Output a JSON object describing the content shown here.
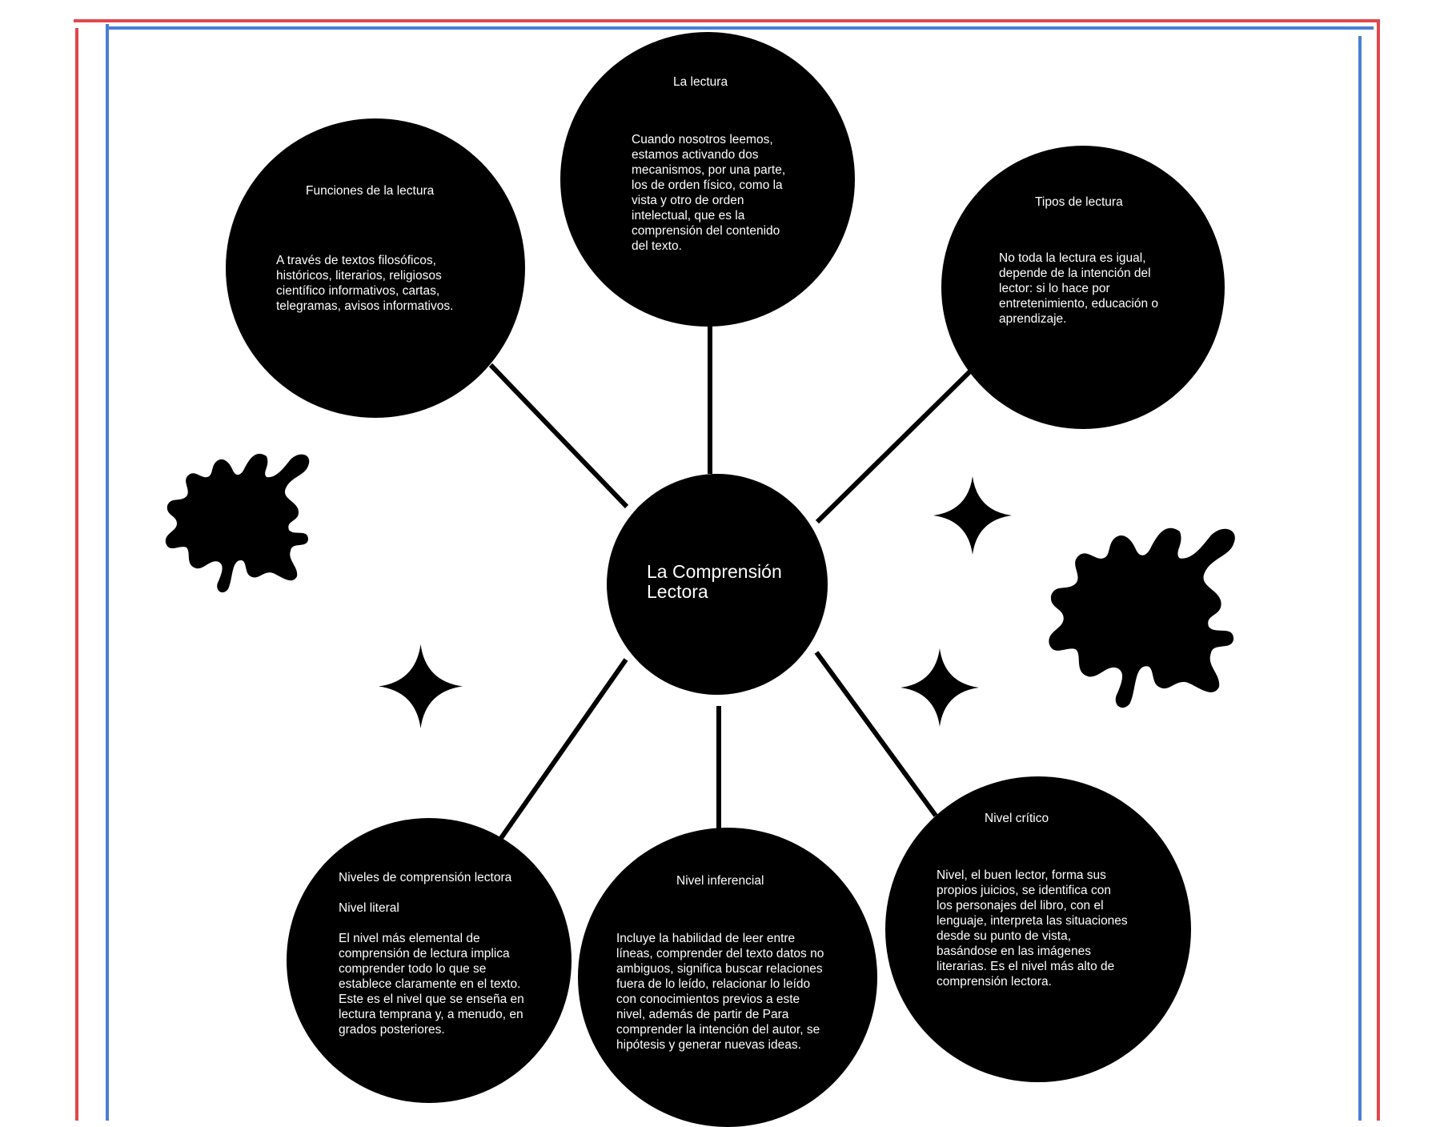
{
  "diagram": {
    "center": {
      "title": "La Comprensión\nLectora"
    },
    "nodes": [
      {
        "id": "la-lectura",
        "title": "La lectura",
        "body": "Cuando nosotros leemos,\nestamos  activando  dos\nmecanismos, por una parte,\nlos de orden físico, como la\nvista y otro de  orden\nintelectual, que   es   la\ncomprensión   del contenido\ndel  texto."
      },
      {
        "id": "funciones",
        "title": "Funciones de la lectura",
        "body": "A través de textos filosóficos,\nhistóricos, literarios, religiosos\ncientífico informativos, cartas,\ntelegramas, avisos informativos."
      },
      {
        "id": "tipos",
        "title": "Tipos de lectura",
        "body": "No toda la lectura es igual,\ndepende de la intención del\nlector: si lo hace por\nentretenimiento, educación o\naprendizaje."
      },
      {
        "id": "niveles",
        "title": "Niveles de comprensión lectora",
        "subtitle": "Nivel literal",
        "body": "El nivel más elemental de\ncomprensión de lectura implica\ncomprender todo lo que se\nestablece claramente en el texto.\nEste es el nivel que se enseña en\nlectura temprana y, a menudo, en\ngrados posteriores."
      },
      {
        "id": "inferencial",
        "title": "Nivel inferencial",
        "body": "Incluye la habilidad de leer entre\nlíneas, comprender del texto datos no\nambiguos, significa buscar relaciones\nfuera de lo leído, relacionar lo leído\ncon conocimientos previos a este\nnivel, además de partir de Para\ncomprender la intención del autor, se\nhipótesis y generar nuevas ideas."
      },
      {
        "id": "critico",
        "title": "Nivel crítico",
        "body": "Nivel, el  buen  lector,  forma  sus\npropios  juicios, se  identifica  con\nlos personajes del libro, con el\nlenguaje, interpreta las situaciones\ndesde su punto de vista,\nbasándose en las imágenes\nliterarias. Es  el  nivel  más  alto  de\ncomprensión  lectora."
      }
    ]
  },
  "colors": {
    "node": "#000000",
    "text": "#ffffff",
    "frame_red": "#e0474c",
    "frame_blue": "#4a7fd6"
  },
  "decorations": [
    "splash-blob",
    "splash-blob",
    "four-point-star",
    "four-point-star",
    "four-point-star"
  ]
}
